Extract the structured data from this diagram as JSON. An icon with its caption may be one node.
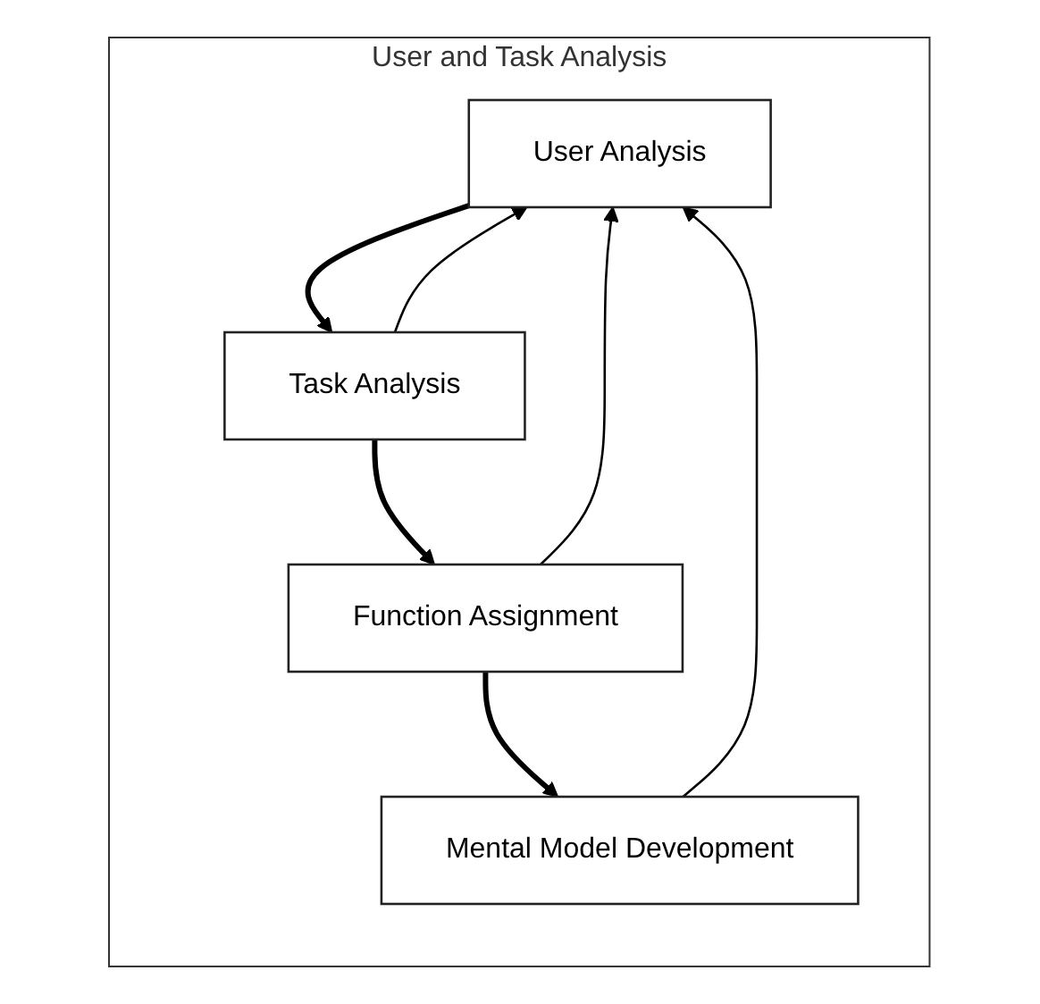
{
  "diagram": {
    "nodes": [
      {
        "text": [
          "User and Task Analysis"
        ]
      },
      {
        "text": [
          "User Analysis"
        ],
        "in": 0
      },
      {
        "text": [
          "Task Analysis"
        ],
        "in": 0
      },
      {
        "text": [
          "Function Assignment"
        ],
        "in": 0
      },
      {
        "text": [
          "Mental Model Development"
        ],
        "in": 0
      }
    ],
    "edges": [
      {
        "from": 1,
        "to": 2,
        "arrow": "to",
        "style": "thick"
      },
      {
        "from": 2,
        "to": 3,
        "arrow": "to",
        "style": "thick"
      },
      {
        "from": 3,
        "to": 4,
        "arrow": "to",
        "style": "thick"
      },
      {
        "from": 2,
        "to": 1,
        "arrow": "to"
      },
      {
        "from": 3,
        "to": 1,
        "arrow": "to"
      },
      {
        "from": 4,
        "to": 1,
        "arrow": "to"
      }
    ]
  }
}
